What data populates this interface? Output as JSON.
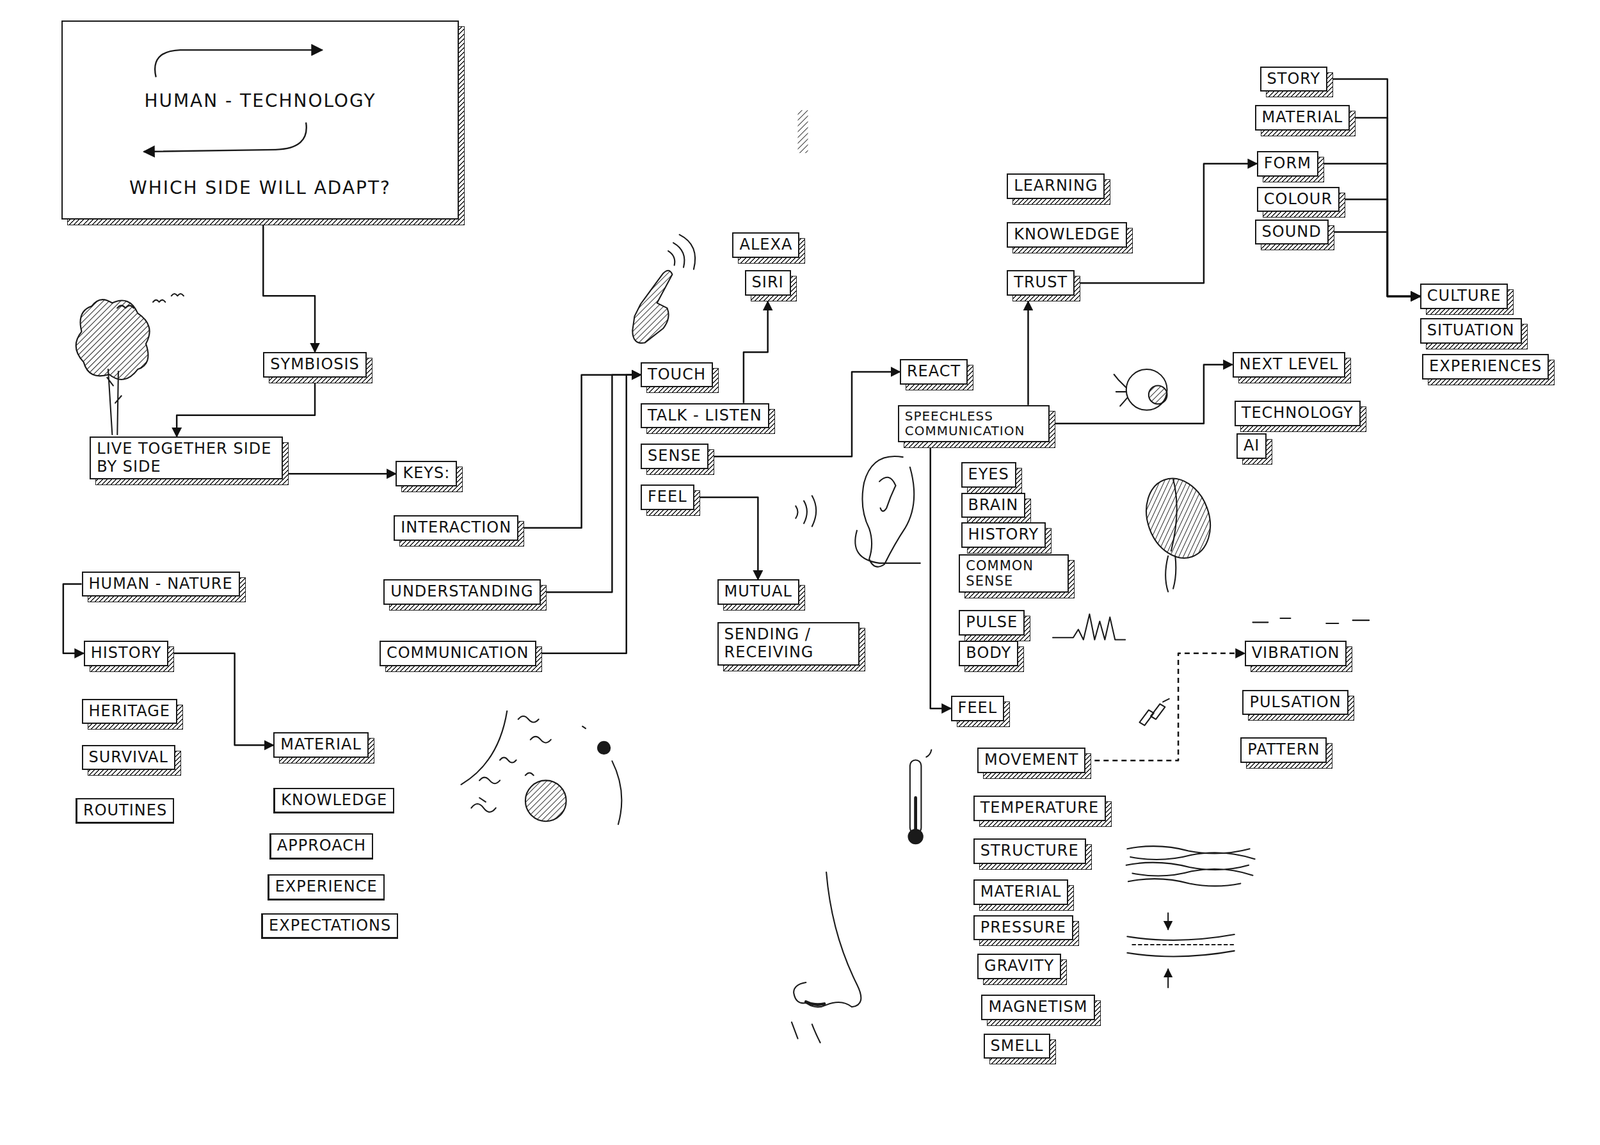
{
  "diagram": {
    "nodes": [
      {
        "text": [
          "HUMAN - TECHNOLOGY",
          "WHICH SIDE WILL ADAPT?"
        ]
      },
      {
        "text": [
          "SYMBIOSIS"
        ]
      },
      {
        "text": [
          "LIVE TOGETHER SIDE BY SIDE"
        ]
      },
      {
        "text": [
          "KEYS:"
        ]
      },
      {
        "text": [
          "INTERACTION"
        ]
      },
      {
        "text": [
          "UNDERSTANDING"
        ]
      },
      {
        "text": [
          "COMMUNICATION"
        ]
      },
      {
        "text": [
          "HUMAN - NATURE"
        ]
      },
      {
        "text": [
          "HISTORY"
        ]
      },
      {
        "text": [
          "HERITAGE"
        ]
      },
      {
        "text": [
          "SURVIVAL"
        ]
      },
      {
        "text": [
          "ROUTINES"
        ]
      },
      {
        "text": [
          "MATERIAL"
        ]
      },
      {
        "text": [
          "KNOWLEDGE"
        ]
      },
      {
        "text": [
          "APPROACH"
        ]
      },
      {
        "text": [
          "EXPERIENCE"
        ]
      },
      {
        "text": [
          "EXPECTATIONS"
        ]
      },
      {
        "text": [
          "ALEXA"
        ]
      },
      {
        "text": [
          "SIRI"
        ]
      },
      {
        "text": [
          "TOUCH"
        ]
      },
      {
        "text": [
          "TALK - LISTEN"
        ]
      },
      {
        "text": [
          "SENSE"
        ]
      },
      {
        "text": [
          "FEEL"
        ]
      },
      {
        "text": [
          "MUTUAL"
        ]
      },
      {
        "text": [
          "SENDING / RECEIVING"
        ]
      },
      {
        "text": [
          "REACT"
        ]
      },
      {
        "text": [
          "SPEECHLESS COMMUNICATION"
        ]
      },
      {
        "text": [
          "EYES"
        ]
      },
      {
        "text": [
          "BRAIN"
        ]
      },
      {
        "text": [
          "HISTORY"
        ]
      },
      {
        "text": [
          "COMMON SENSE"
        ]
      },
      {
        "text": [
          "PULSE"
        ]
      },
      {
        "text": [
          "BODY"
        ]
      },
      {
        "text": [
          "FEEL"
        ]
      },
      {
        "text": [
          "MOVEMENT"
        ]
      },
      {
        "text": [
          "TEMPERATURE"
        ]
      },
      {
        "text": [
          "STRUCTURE"
        ]
      },
      {
        "text": [
          "MATERIAL"
        ]
      },
      {
        "text": [
          "PRESSURE"
        ]
      },
      {
        "text": [
          "GRAVITY"
        ]
      },
      {
        "text": [
          "MAGNETISM"
        ]
      },
      {
        "text": [
          "SMELL"
        ]
      },
      {
        "text": [
          "LEARNING"
        ]
      },
      {
        "text": [
          "KNOWLEDGE"
        ]
      },
      {
        "text": [
          "TRUST"
        ]
      },
      {
        "text": [
          "STORY"
        ]
      },
      {
        "text": [
          "MATERIAL"
        ]
      },
      {
        "text": [
          "FORM"
        ]
      },
      {
        "text": [
          "COLOUR"
        ]
      },
      {
        "text": [
          "SOUND"
        ]
      },
      {
        "text": [
          "CULTURE"
        ]
      },
      {
        "text": [
          "SITUATION"
        ]
      },
      {
        "text": [
          "EXPERIENCES"
        ]
      },
      {
        "text": [
          "NEXT LEVEL"
        ]
      },
      {
        "text": [
          "TECHNOLOGY"
        ]
      },
      {
        "text": [
          "AI"
        ]
      },
      {
        "text": [
          "VIBRATION"
        ]
      },
      {
        "text": [
          "PULSATION"
        ]
      },
      {
        "text": [
          "PATTERN"
        ]
      }
    ],
    "edges": [
      {
        "from": 0,
        "to": 1,
        "arrow": "to"
      },
      {
        "from": 1,
        "to": 2,
        "arrow": "to"
      },
      {
        "from": 2,
        "to": 3,
        "arrow": "to"
      },
      {
        "from": 4,
        "to": 19,
        "arrow": "to"
      },
      {
        "from": 5,
        "to": 19,
        "arrow": "to"
      },
      {
        "from": 6,
        "to": 19,
        "arrow": "to"
      },
      {
        "from": 7,
        "to": 8,
        "arrow": "to"
      },
      {
        "from": 8,
        "to": 12,
        "arrow": "to"
      },
      {
        "from": 20,
        "to": 18,
        "arrow": "to"
      },
      {
        "from": 21,
        "to": 25,
        "arrow": "to"
      },
      {
        "from": 22,
        "to": 23,
        "arrow": "to"
      },
      {
        "from": 26,
        "to": 44,
        "arrow": "to"
      },
      {
        "from": 26,
        "to": 53,
        "arrow": "to"
      },
      {
        "from": 26,
        "to": 33,
        "arrow": "to"
      },
      {
        "from": 44,
        "to": 47,
        "arrow": "to"
      },
      {
        "from": 45,
        "to": 50,
        "arrow": "to"
      },
      {
        "from": 46,
        "to": 50,
        "arrow": "to"
      },
      {
        "from": 47,
        "to": 50,
        "arrow": "to"
      },
      {
        "from": 48,
        "to": 50,
        "arrow": "to"
      },
      {
        "from": 49,
        "to": 50,
        "arrow": "to"
      },
      {
        "from": 34,
        "to": 56,
        "arrow": "to"
      }
    ]
  }
}
